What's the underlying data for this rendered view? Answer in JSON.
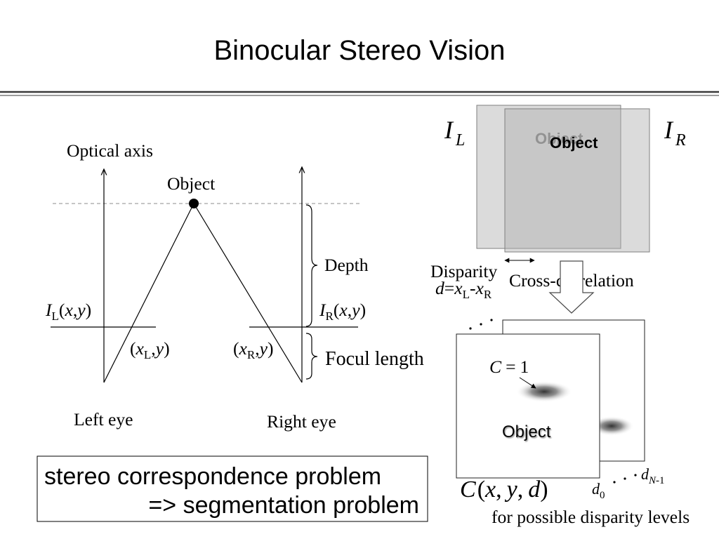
{
  "slide": {
    "title": "Binocular Stereo Vision"
  },
  "geometry_diagram": {
    "optical_axis_label": "Optical axis",
    "object_label": "Object",
    "depth_label": "Depth",
    "focal_length_label": "Focul length",
    "left_eye_label": "Left eye",
    "right_eye_label": "Right eye",
    "left_image_label": [
      "I",
      "L",
      "(",
      "x",
      ",",
      "y",
      ")"
    ],
    "right_image_label": [
      "I",
      "R",
      "(",
      "x",
      ",",
      "y",
      ")"
    ],
    "left_point_label": [
      "(",
      "x",
      "L",
      ",",
      "y",
      ")"
    ],
    "right_point_label": [
      "(",
      "x",
      "R",
      ",",
      "y",
      ")"
    ]
  },
  "image_pair": {
    "left_image_symbol": [
      "I",
      "L"
    ],
    "right_image_symbol": [
      "I",
      "R"
    ],
    "object_label_back": "Object",
    "object_label_front": "Object",
    "disparity_label": "Disparity",
    "disparity_formula": [
      "d",
      "=",
      "x",
      "L",
      "-",
      "x",
      "R"
    ],
    "cross_correlation_label": "Cross-correlation"
  },
  "cost_volume": {
    "peak_formula": [
      "C",
      "=",
      "1"
    ],
    "object_label": "Object",
    "cost_function": [
      "C",
      "(",
      "x",
      ",",
      "y",
      ",",
      "d",
      ")"
    ],
    "first_level": [
      "d",
      "0"
    ],
    "last_level": [
      "d",
      "N",
      "-1"
    ],
    "caption": "for possible disparity levels"
  },
  "problem_box": {
    "line1": "stereo correspondence problem",
    "line2": "=> segmentation problem"
  },
  "colors": {
    "image_fill": "#b0b0b0"
  }
}
